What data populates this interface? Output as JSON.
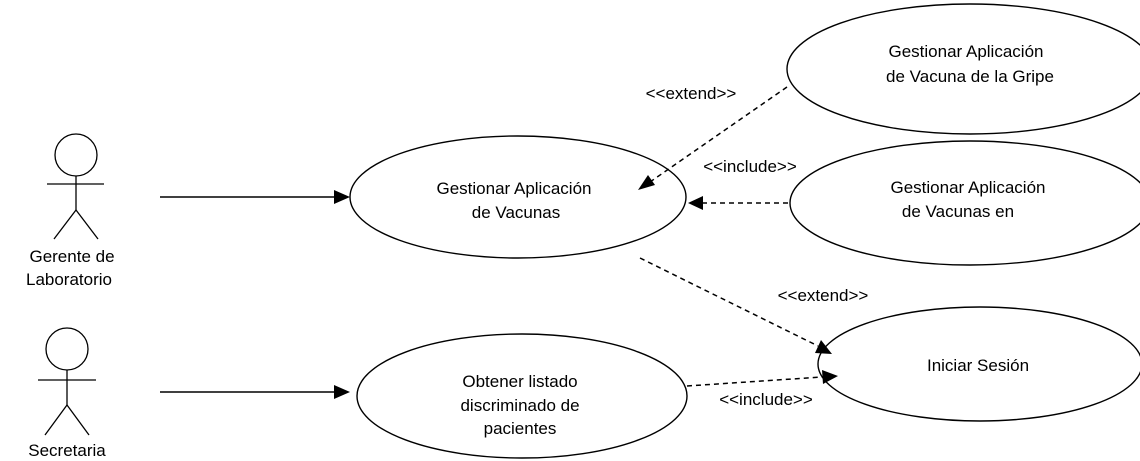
{
  "actors": [
    {
      "id": "gerente",
      "label_lines": [
        "Gerente de",
        "Laboratorio"
      ]
    },
    {
      "id": "secretaria",
      "label_lines": [
        "Secretaria"
      ]
    }
  ],
  "use_cases": [
    {
      "id": "gestionar-vacunas",
      "lines": [
        "Gestionar Aplicación",
        "de Vacunas"
      ]
    },
    {
      "id": "gestionar-gripe",
      "lines": [
        "Gestionar Aplicación",
        "de Vacuna de la Gripe"
      ]
    },
    {
      "id": "gestionar-en",
      "lines": [
        "Gestionar Aplicación",
        "de Vacunas en"
      ]
    },
    {
      "id": "iniciar-sesion",
      "lines": [
        "Iniciar Sesión"
      ]
    },
    {
      "id": "obtener-listado",
      "lines": [
        "Obtener listado",
        "discriminado de",
        "pacientes"
      ]
    }
  ],
  "relations": [
    {
      "id": "extend-gripe",
      "label": "<<extend>>"
    },
    {
      "id": "include-en",
      "label": "<<include>>"
    },
    {
      "id": "extend-sesion",
      "label": "<<extend>>"
    },
    {
      "id": "include-listado",
      "label": "<<include>>"
    }
  ]
}
